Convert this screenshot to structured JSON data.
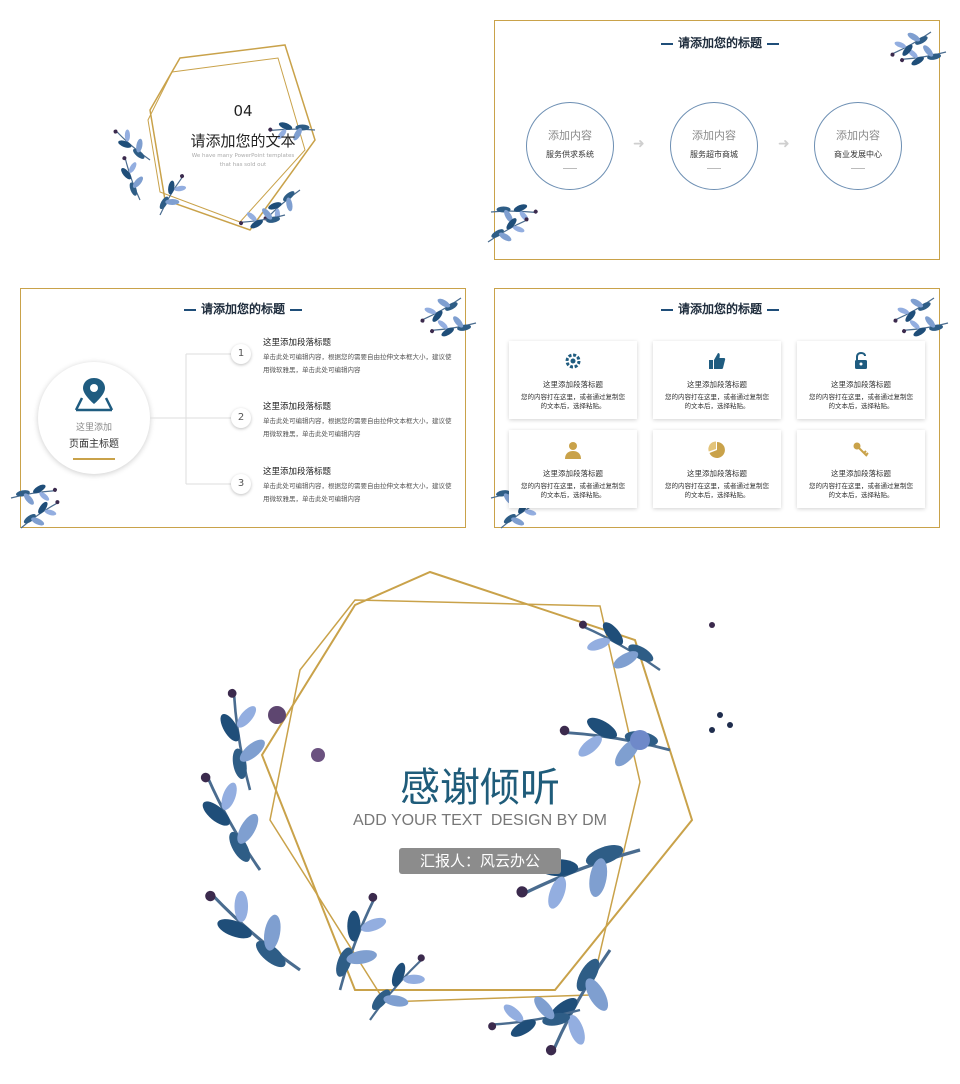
{
  "slide1": {
    "number": "04",
    "title": "请添加您的文本",
    "subtitle_line1": "We have many PowerPoint templates",
    "subtitle_line2": "that has sold out"
  },
  "slide2": {
    "title": "请添加您的标题",
    "nodes": [
      {
        "label": "添加内容",
        "sub": "服务供求系统"
      },
      {
        "label": "添加内容",
        "sub": "服务超市商城"
      },
      {
        "label": "添加内容",
        "sub": "商业发展中心"
      }
    ]
  },
  "slide3": {
    "title": "请添加您的标题",
    "hub_line1": "这里添加",
    "hub_line2": "页面主标题",
    "steps": [
      {
        "num": "1",
        "title": "这里添加段落标题",
        "body": "单击此处可编辑内容，根据您的需要自由拉伸文本框大小，建议使用微软雅黑，单击此处可编辑内容"
      },
      {
        "num": "2",
        "title": "这里添加段落标题",
        "body": "单击此处可编辑内容，根据您的需要自由拉伸文本框大小，建议使用微软雅黑，单击此处可编辑内容"
      },
      {
        "num": "3",
        "title": "这里添加段落标题",
        "body": "单击此处可编辑内容，根据您的需要自由拉伸文本框大小，建议使用微软雅黑，单击此处可编辑内容"
      }
    ]
  },
  "slide4": {
    "title": "请添加您的标题",
    "cards": [
      {
        "icon": "gear-icon",
        "title": "这里添加段落标题",
        "body": "您的内容打在这里，或者通过复制您的文本后，选择粘贴。"
      },
      {
        "icon": "thumbs-up-icon",
        "title": "这里添加段落标题",
        "body": "您的内容打在这里，或者通过复制您的文本后，选择粘贴。"
      },
      {
        "icon": "unlock-icon",
        "title": "这里添加段落标题",
        "body": "您的内容打在这里，或者通过复制您的文本后，选择粘贴。"
      },
      {
        "icon": "user-icon",
        "title": "这里添加段落标题",
        "body": "您的内容打在这里，或者通过复制您的文本后，选择粘贴。"
      },
      {
        "icon": "pie-chart-icon",
        "title": "这里添加段落标题",
        "body": "您的内容打在这里，或者通过复制您的文本后，选择粘贴。"
      },
      {
        "icon": "keys-icon",
        "title": "这里添加段落标题",
        "body": "您的内容打在这里，或者通过复制您的文本后，选择粘贴。"
      }
    ]
  },
  "closing": {
    "title": "感谢倾听",
    "subtitle": "ADD YOUR TEXT  DESIGN BY DM",
    "reporter": "汇报人：风云办公"
  },
  "colors": {
    "gold": "#c9a24a",
    "navy": "#1f4e79",
    "teal_title": "#1f5c7a",
    "card_icon_blue": "#1f5c80",
    "card_icon_gold": "#c9a24a",
    "reporter_bg": "#8c8c8c"
  }
}
